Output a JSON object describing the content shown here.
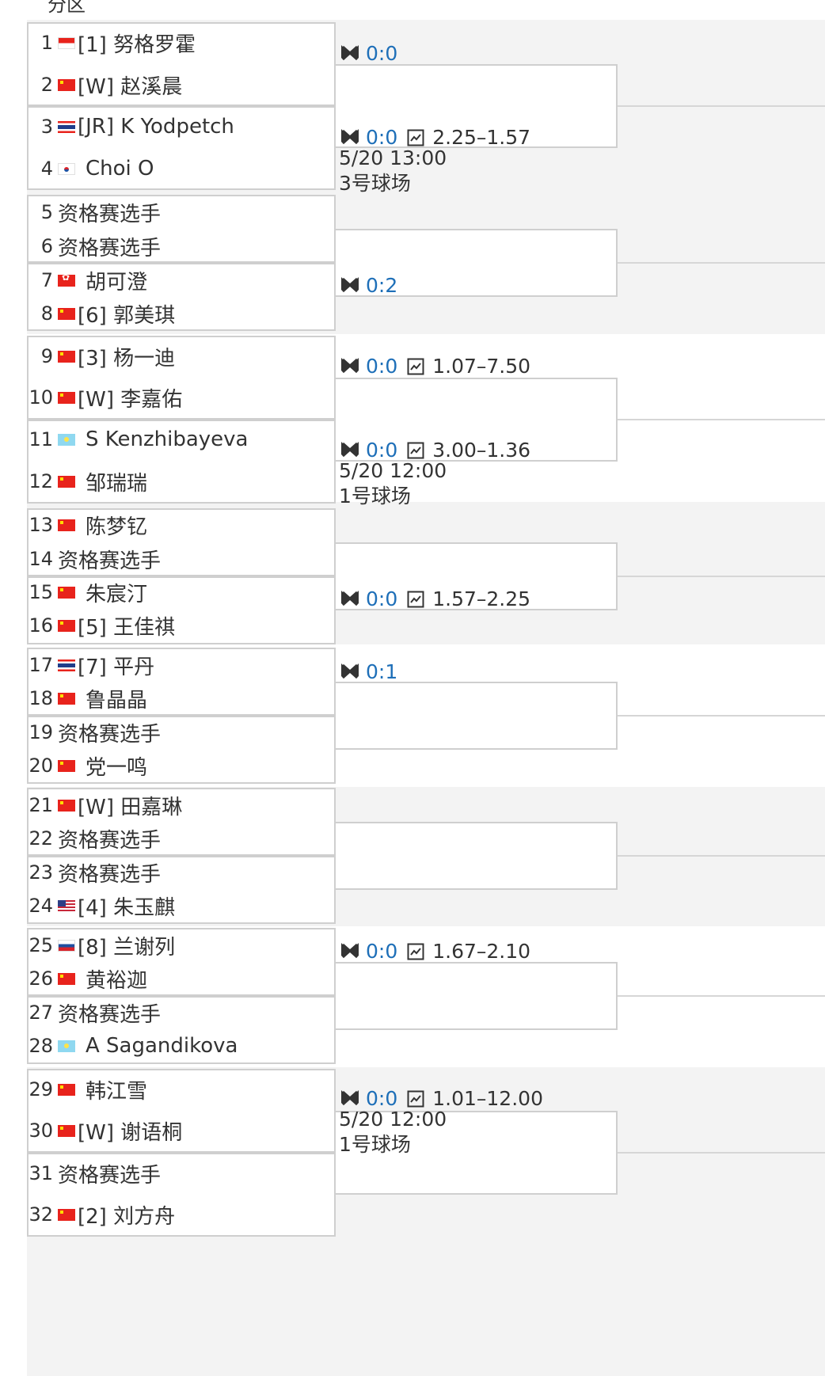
{
  "header": {
    "title": "分区"
  },
  "players": [
    {
      "num": "1",
      "flag": "id",
      "label": "[1] 努格罗霍"
    },
    {
      "num": "2",
      "flag": "cn",
      "label": "[W] 赵溪晨"
    },
    {
      "num": "3",
      "flag": "th",
      "label": "[JR] K Yodpetch"
    },
    {
      "num": "4",
      "flag": "kr",
      "label": "Choi O"
    },
    {
      "num": "5",
      "flag": "",
      "label": "资格赛选手"
    },
    {
      "num": "6",
      "flag": "",
      "label": "资格赛选手"
    },
    {
      "num": "7",
      "flag": "hk",
      "label": "胡可澄"
    },
    {
      "num": "8",
      "flag": "cn",
      "label": "[6] 郭美琪"
    },
    {
      "num": "9",
      "flag": "cn",
      "label": "[3] 杨一迪"
    },
    {
      "num": "10",
      "flag": "cn",
      "label": "[W] 李嘉佑"
    },
    {
      "num": "11",
      "flag": "kz",
      "label": "S Kenzhibayeva"
    },
    {
      "num": "12",
      "flag": "cn",
      "label": "邹瑞瑞"
    },
    {
      "num": "13",
      "flag": "cn",
      "label": "陈梦钇"
    },
    {
      "num": "14",
      "flag": "",
      "label": "资格赛选手"
    },
    {
      "num": "15",
      "flag": "cn",
      "label": "朱宸汀"
    },
    {
      "num": "16",
      "flag": "cn",
      "label": "[5] 王佳祺"
    },
    {
      "num": "17",
      "flag": "th",
      "label": "[7] 平丹"
    },
    {
      "num": "18",
      "flag": "cn",
      "label": "鲁晶晶"
    },
    {
      "num": "19",
      "flag": "",
      "label": "资格赛选手"
    },
    {
      "num": "20",
      "flag": "cn",
      "label": "党一鸣"
    },
    {
      "num": "21",
      "flag": "cn",
      "label": "[W] 田嘉琳"
    },
    {
      "num": "22",
      "flag": "",
      "label": "资格赛选手"
    },
    {
      "num": "23",
      "flag": "",
      "label": "资格赛选手"
    },
    {
      "num": "24",
      "flag": "us",
      "label": "[4] 朱玉麒"
    },
    {
      "num": "25",
      "flag": "ru",
      "label": "[8] 兰谢列"
    },
    {
      "num": "26",
      "flag": "cn",
      "label": "黄裕迦"
    },
    {
      "num": "27",
      "flag": "",
      "label": "资格赛选手"
    },
    {
      "num": "28",
      "flag": "kz",
      "label": "A Sagandikova"
    },
    {
      "num": "29",
      "flag": "cn",
      "label": "韩江雪"
    },
    {
      "num": "30",
      "flag": "cn",
      "label": "[W] 谢语桐"
    },
    {
      "num": "31",
      "flag": "",
      "label": "资格赛选手"
    },
    {
      "num": "32",
      "flag": "cn",
      "label": "[2] 刘方舟"
    }
  ],
  "matches": [
    {
      "h2h": "0:0",
      "odds": ""
    },
    {
      "h2h": "0:0",
      "odds": "2.25–1.57",
      "time": "5/20 13:00",
      "court": "3号球场"
    },
    {
      "h2h": "0:2",
      "odds": ""
    },
    {
      "h2h": "0:0",
      "odds": "1.07–7.50"
    },
    {
      "h2h": "0:0",
      "odds": "3.00–1.36",
      "time": "5/20 12:00",
      "court": "1号球场"
    },
    {
      "h2h": "0:0",
      "odds": "1.57–2.25"
    },
    {
      "h2h": "0:1",
      "odds": ""
    },
    {
      "h2h": "0:0",
      "odds": "1.67–2.10"
    },
    {
      "h2h": "0:0",
      "odds": "1.01–12.00",
      "time": "5/20 12:00",
      "court": "1号球场"
    }
  ],
  "colors": {
    "link": "#1e6fb8",
    "border": "#cfcfcf",
    "band": "#f3f3f3"
  },
  "icons": {
    "h2h": "crossed-rackets-icon",
    "odds": "trend-chart-icon"
  }
}
